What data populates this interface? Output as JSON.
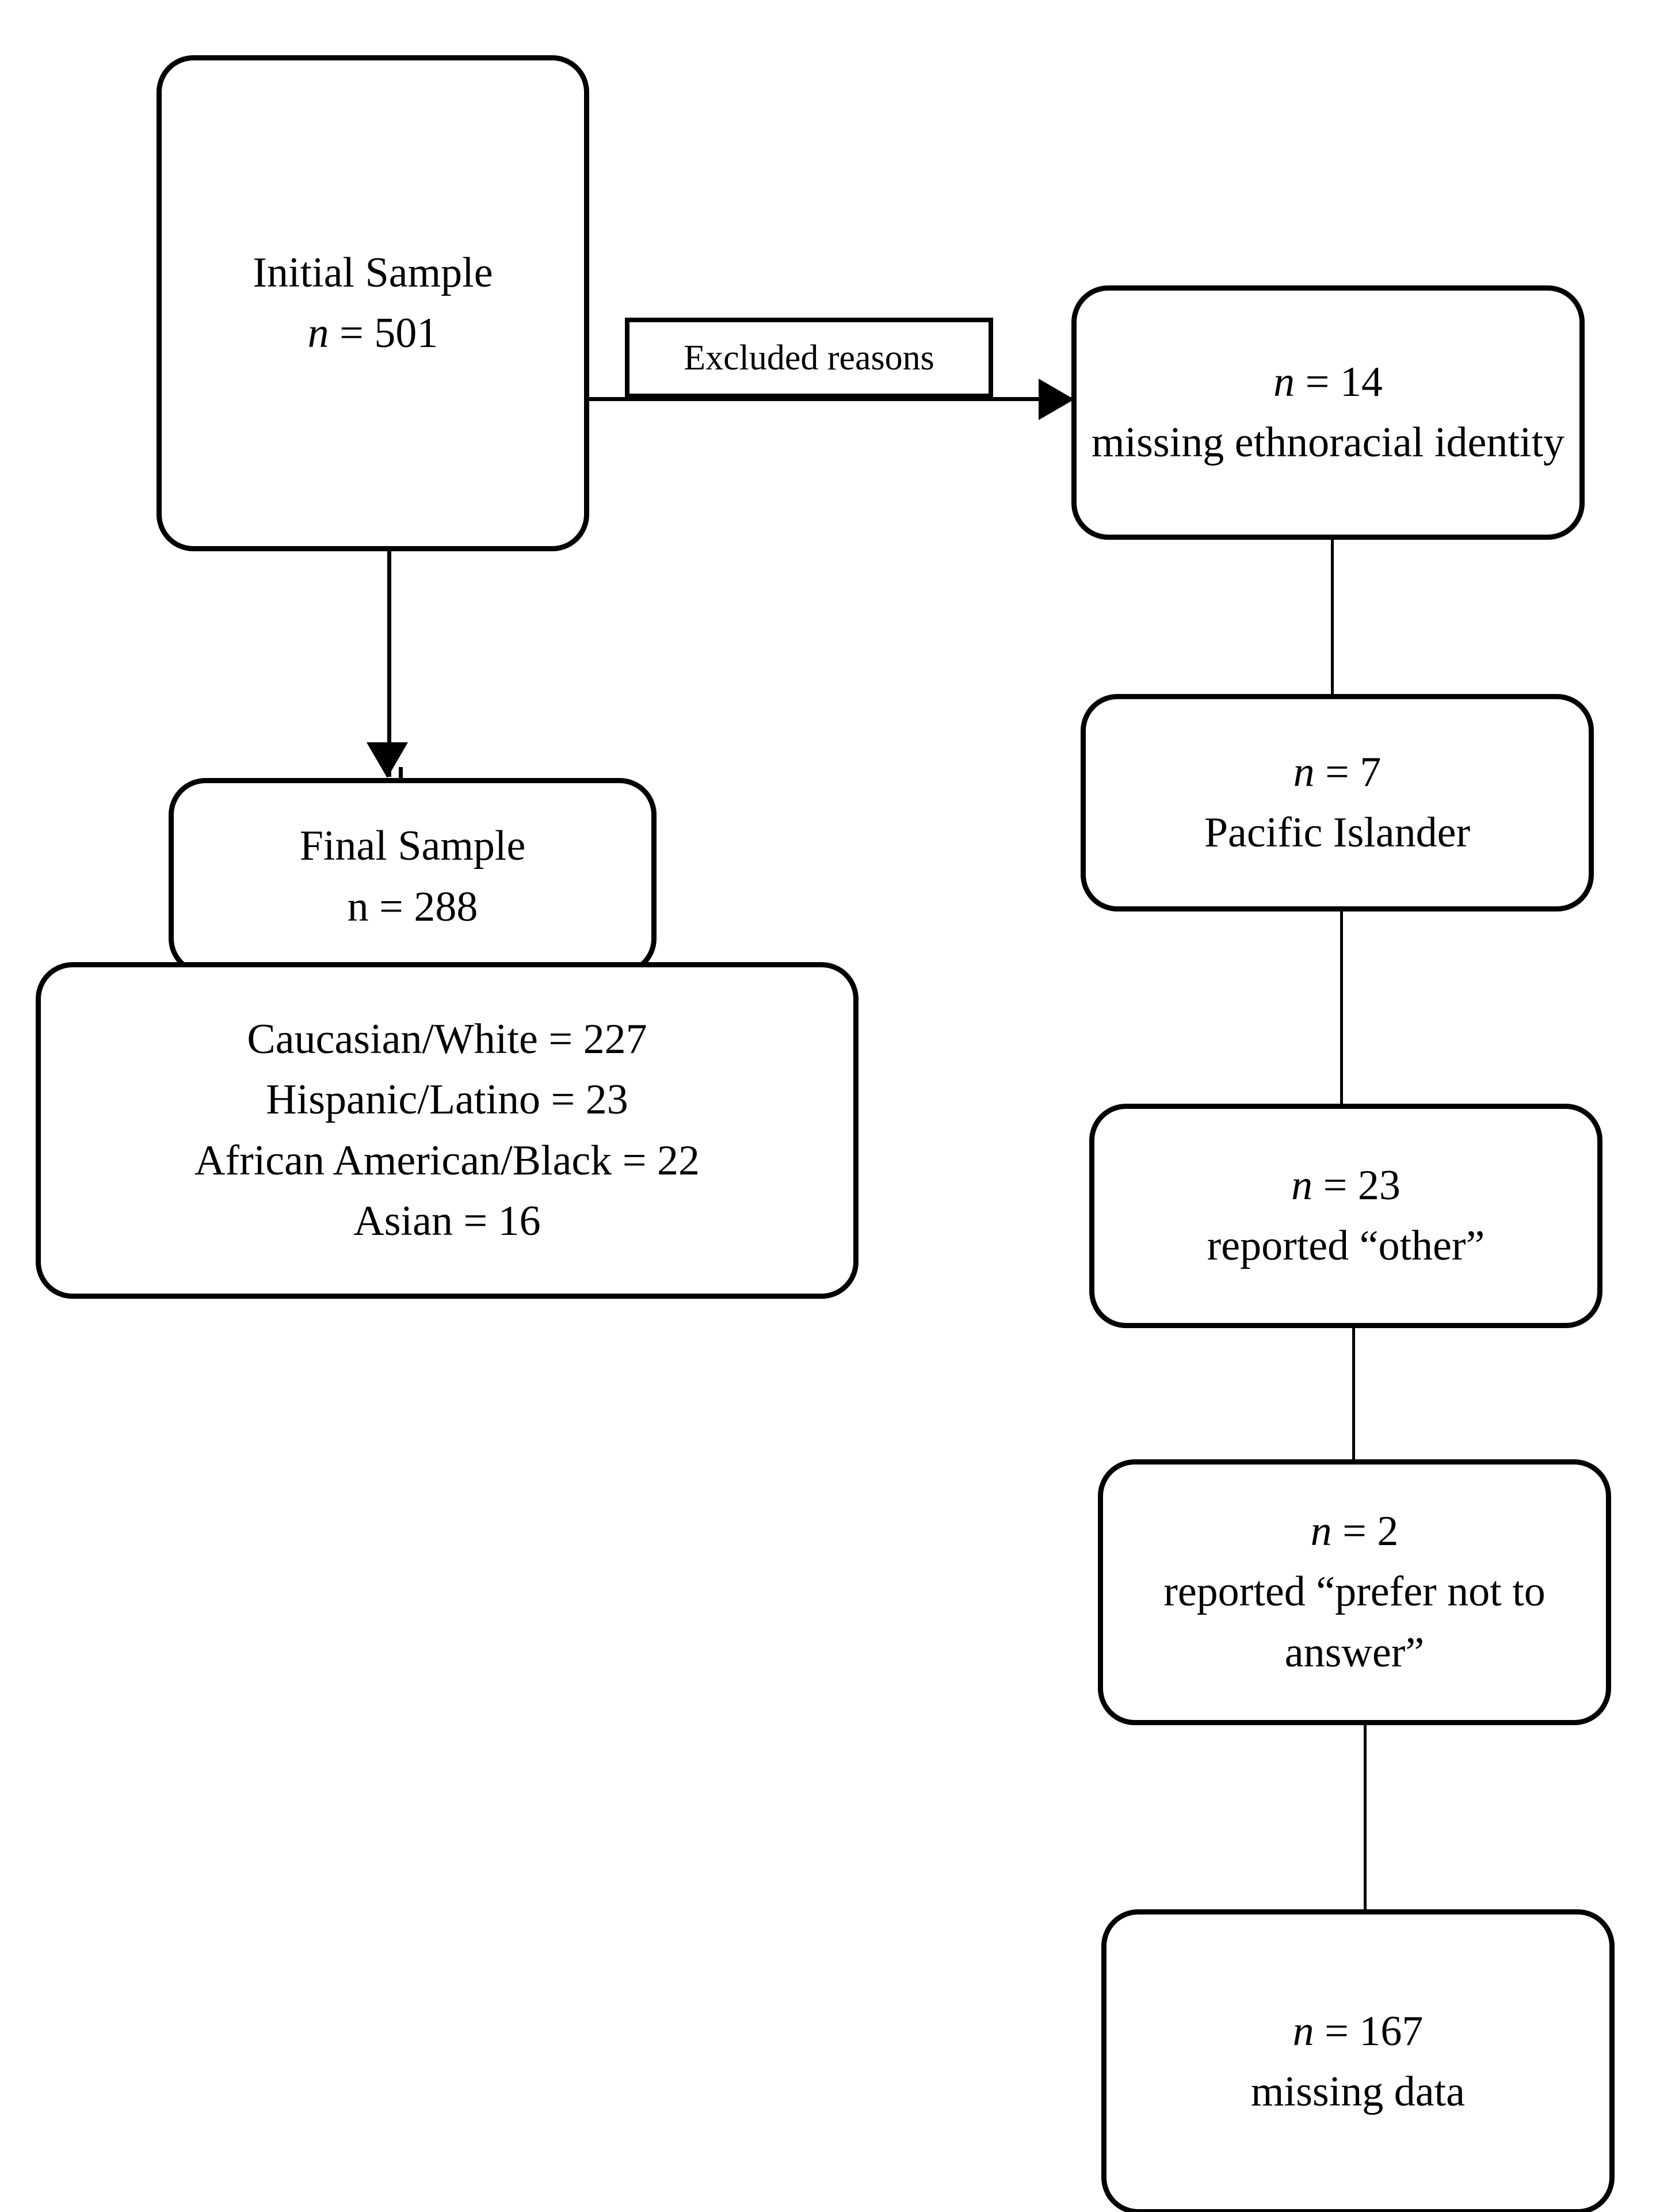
{
  "diagram": {
    "type": "participant-flow-chart",
    "nodes": {
      "initial_sample": {
        "line1": "Initial Sample",
        "line2_var": "n",
        "line2_rest": " = 501"
      },
      "final_sample": {
        "line1": "Final Sample",
        "line2": "n = 288"
      },
      "ethnoracial_breakdown": {
        "line1": "Caucasian/White = 227",
        "line2": "Hispanic/Latino = 23",
        "line3": "African American/Black = 22",
        "line4": "Asian = 16"
      },
      "excluded_label": {
        "text": "Excluded reasons"
      },
      "missing_ethnoracial": {
        "line1_var": "n",
        "line1_rest": " = 14",
        "line2": "missing ethnoracial identity"
      },
      "pacific_islander": {
        "line1_var": "n",
        "line1_rest": " = 7",
        "line2": "Pacific Islander"
      },
      "reported_other": {
        "line1_var": "n",
        "line1_rest": " = 23",
        "line2": "reported “other”"
      },
      "prefer_not_to_answer": {
        "line1_var": "n",
        "line1_rest": " = 2",
        "line2": "reported “prefer not to answer”"
      },
      "missing_data": {
        "line1_var": "n",
        "line1_rest": " = 167",
        "line2": "missing data"
      }
    },
    "colors": {
      "stroke": "#000000",
      "fill": "#ffffff",
      "text": "#000000"
    }
  }
}
